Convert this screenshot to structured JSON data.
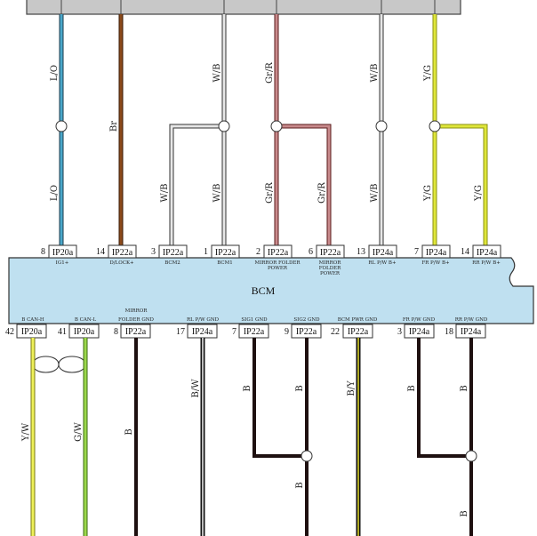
{
  "module_name": "BCM",
  "top_pins": [
    {
      "pin": "8",
      "conn": "IP20a",
      "func": [
        "IG1+"
      ]
    },
    {
      "pin": "14",
      "conn": "IP22a",
      "func": [
        "D/LOCK+"
      ]
    },
    {
      "pin": "3",
      "conn": "IP22a",
      "func": [
        "BCM2"
      ]
    },
    {
      "pin": "1",
      "conn": "IP22a",
      "func": [
        "BCM1"
      ]
    },
    {
      "pin": "2",
      "conn": "IP22a",
      "func": [
        "MIRROR FOLDER",
        "POWER"
      ]
    },
    {
      "pin": "6",
      "conn": "IP22a",
      "func": [
        "MIRROR",
        "FOLDER",
        "POWER"
      ]
    },
    {
      "pin": "13",
      "conn": "IP24a",
      "func": [
        "RL P/W B+"
      ]
    },
    {
      "pin": "7",
      "conn": "IP24a",
      "func": [
        "FR P/W B+"
      ]
    },
    {
      "pin": "14",
      "conn": "IP24a",
      "func": [
        "RR P/W B+"
      ]
    }
  ],
  "bottom_pins": [
    {
      "pin": "42",
      "conn": "IP20a",
      "func": [
        "B CAN-H"
      ]
    },
    {
      "pin": "41",
      "conn": "IP20a",
      "func": [
        "B CAN-L"
      ]
    },
    {
      "pin": "8",
      "conn": "IP22a",
      "func": [
        "MIRROR",
        "FOLDER GND"
      ]
    },
    {
      "pin": "17",
      "conn": "IP24a",
      "func": [
        "RL P/W GND"
      ]
    },
    {
      "pin": "7",
      "conn": "IP22a",
      "func": [
        "SIG1 GND"
      ]
    },
    {
      "pin": "9",
      "conn": "IP22a",
      "func": [
        "SIG2 GND"
      ]
    },
    {
      "pin": "22",
      "conn": "IP22a",
      "func": [
        "BCM PWR GND"
      ]
    },
    {
      "pin": "3",
      "conn": "IP24a",
      "func": [
        "FR P/W GND"
      ]
    },
    {
      "pin": "18",
      "conn": "IP24a",
      "func": [
        "RR P/W GND"
      ]
    }
  ],
  "wire_labels": {
    "lo_upper": "L/O",
    "lo_lower": "L/O",
    "br": "Br",
    "wb_bcm2": "W/B",
    "wb_bcm1_upper": "W/B",
    "wb_bcm1_lower": "W/B",
    "grr_upper": "Gr/R",
    "grr_left": "Gr/R",
    "grr_right": "Gr/R",
    "wb_rl_upper": "W/B",
    "wb_rl_lower": "W/B",
    "yg_upper": "Y/G",
    "yg_left": "Y/G",
    "yg_right": "Y/G",
    "yw": "Y/W",
    "gw": "G/W",
    "b_mirror": "B",
    "bw": "B/W",
    "b_sig1": "B",
    "b_sig2": "B",
    "b_sig2_lower": "B",
    "by": "B/Y",
    "b_fr": "B",
    "b_rr": "B",
    "b_rr_lower": "B"
  },
  "colors": {
    "module_fill": "#bfe0f0",
    "top_box_fill": "#c8c8c8",
    "lo": "#4aa7c9",
    "br": "#8b4a1a",
    "wb": "#d8d8d8",
    "grr": "#b8454a",
    "yg": "#d4e02a",
    "yw": "#e6e845",
    "gw": "#8cc83c",
    "b": "#1e1010",
    "by": "#d6cf2a"
  }
}
